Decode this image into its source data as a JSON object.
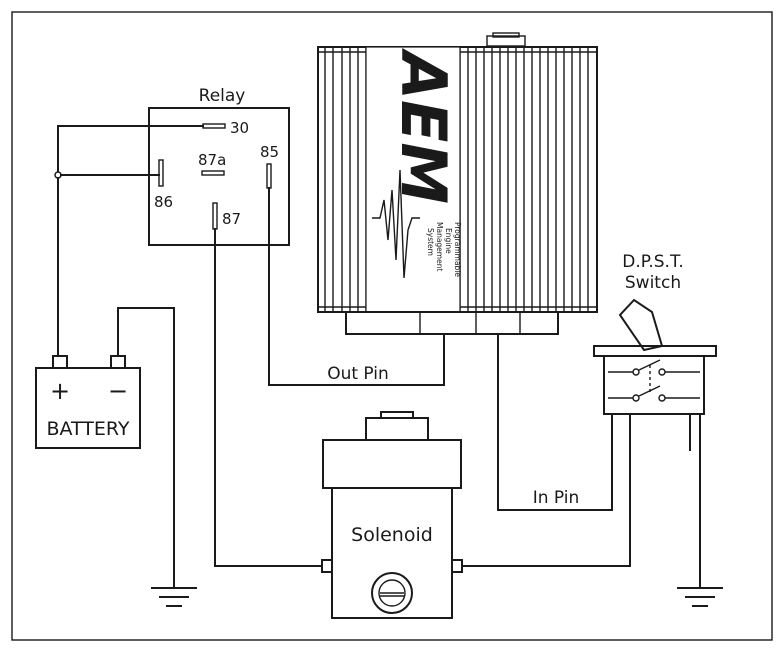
{
  "diagram": {
    "relay": {
      "title": "Relay",
      "pins": {
        "p30": "30",
        "p85": "85",
        "p86": "86",
        "p87": "87",
        "p87a": "87a"
      }
    },
    "ecu": {
      "brand": "AEM",
      "subtitle": [
        "Programmable",
        "Engine",
        "Management",
        "System"
      ]
    },
    "battery": {
      "label": "BATTERY",
      "plus": "+",
      "minus": "−"
    },
    "switch": {
      "title_line1": "D.P.S.T.",
      "title_line2": "Switch"
    },
    "solenoid": {
      "label": "Solenoid"
    },
    "wires": {
      "out_pin": "Out Pin",
      "in_pin": "In Pin"
    }
  }
}
